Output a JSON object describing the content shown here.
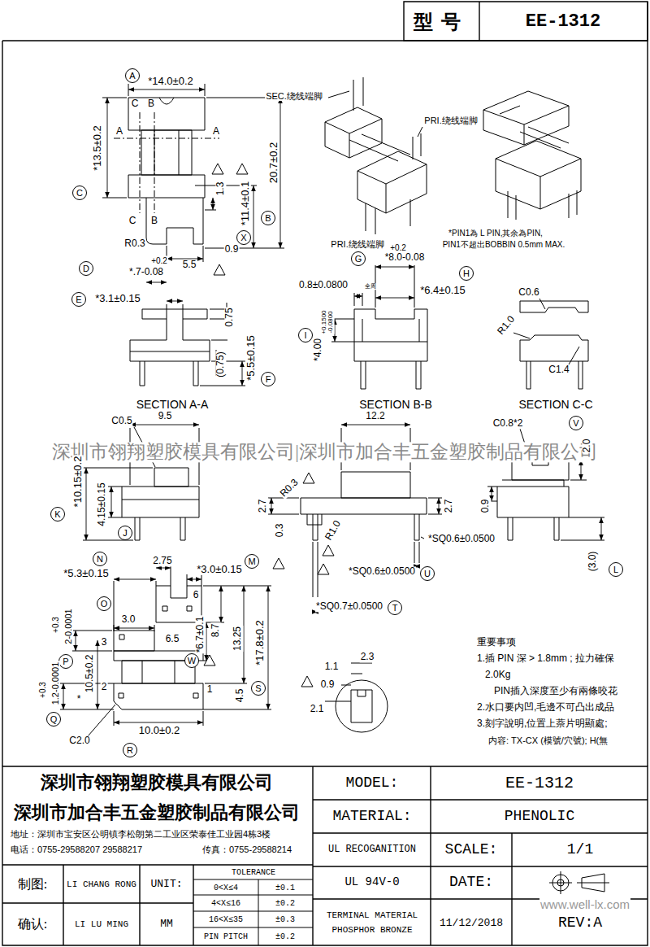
{
  "diagram": {
    "nodes": [
      {
        "text": [
          "A"
        ]
      },
      {
        "text": [
          "C"
        ]
      },
      {
        "text": [
          "B"
        ]
      },
      {
        "text": [
          "X"
        ]
      },
      {
        "text": [
          "D"
        ]
      },
      {
        "text": [
          "G"
        ]
      },
      {
        "text": [
          "H"
        ]
      },
      {
        "text": [
          "E"
        ]
      },
      {
        "text": [
          "I"
        ]
      },
      {
        "text": [
          "F"
        ]
      },
      {
        "text": [
          "V"
        ]
      },
      {
        "text": [
          "K"
        ]
      },
      {
        "text": [
          "J"
        ]
      },
      {
        "text": [
          "N"
        ]
      },
      {
        "text": [
          "M"
        ]
      },
      {
        "text": [
          "L"
        ]
      },
      {
        "text": [
          "U"
        ]
      },
      {
        "text": [
          "O"
        ]
      },
      {
        "text": [
          "T"
        ]
      },
      {
        "text": [
          "P"
        ]
      },
      {
        "text": [
          "W"
        ]
      },
      {
        "text": [
          "S"
        ]
      },
      {
        "text": [
          "Q"
        ]
      },
      {
        "text": [
          "R"
        ]
      }
    ],
    "labels": [
      "型号",
      "EE-1312",
      "*14.0±0.2",
      "C",
      "B",
      "A",
      "A",
      "*13.5±0.2",
      "1.3",
      "*11.4±0.1",
      "20.7±0.2",
      "C",
      "B",
      "R0.3",
      "0.9",
      "+0.2",
      "*.7-0.08",
      "5.5",
      "*3.1±0.15",
      "0.75",
      "(0.75)",
      "*5.5±0.15",
      "SECTION A-A",
      "+0.2",
      "*8.0-0.08",
      "0.8±0.0800",
      "全周",
      "*6.4±0.15",
      "+0.1500",
      "-0.0800",
      "*4.00",
      "SECTION B-B",
      "C0.6",
      "R1.0",
      "C1.4",
      "SECTION C-C",
      "SEC.绕线端脚",
      "PRI.绕线端脚",
      "PRI.绕线端脚",
      "*PIN1為 L PIN,其余為PIN,",
      "PIN1不超出BOBBIN 0.5mm MAX.",
      "深圳市翎翔塑胶模具有限公司|深圳市加合丰五金塑胶制品有限公司",
      "C0.5",
      "9.5",
      "*10.15±0.2",
      "4.15±0.15",
      "R0.3",
      "12.2",
      "2.7",
      "0.3",
      "R1.0",
      "2.7",
      "*SQ0.6±0.0500",
      "*SQ0.6±0.0500",
      "*SQ0.7±0.0500",
      "2.0",
      "C0.8*2",
      "0.9",
      "(3.0)",
      "*5.3±0.15",
      "2.75",
      "*3.0±0.15",
      "6",
      "3.0",
      "6.5",
      "8.7",
      "13.25",
      "*17.8±0.2",
      "*6.7±0.1",
      "3",
      "+0.3",
      "2-0.0001",
      "10.5±0.2",
      "2",
      "1",
      "4.5",
      "+0.3",
      "1.2-0.0001",
      "*",
      "C2.0",
      "10.0±0.2",
      "1.1",
      "2.3",
      "0.9",
      "2.1",
      "重要事项",
      "1.插 PIN 深 > 1.8mm ; 拉力確保",
      "2.0Kg",
      "PIN插入深度至少有兩條咬花",
      "2.水口要内凹,毛邊不可凸出成品",
      "3.刻字說明,位置上萘片明顯處;",
      "内容: TX-CX (模號/穴號); H(無",
      "深圳市翎翔塑胶模具有限公司",
      "深圳市加合丰五金塑胶制品有限公司",
      "地址：深圳市宝安区公明镇李松朗第二工业区荣泰佳工业园4栋3楼",
      "电话：0755-29588207 29588217",
      "传真：0755-29588214",
      "制图:",
      "LI CHANG RONG",
      "UNIT:",
      "TOLERANCE",
      "0<X≤4",
      "±0.1",
      "4<X≤16",
      "±0.2",
      "16<X≤35",
      "±0.3",
      "PIN PITCH",
      "±0.2",
      "确认:",
      "LI LU MING",
      "MM",
      "MODEL:",
      "EE-1312",
      "MATERIAL:",
      "PHENOLIC",
      "UL RECOGANITION",
      "SCALE:",
      "1/1",
      "UL 94V-0",
      "DATE:",
      "TERMINAL MATERIAL",
      "PHOSPHOR BRONZE",
      "11/12/2018",
      "REV:A",
      "www.well-lx.com"
    ]
  }
}
